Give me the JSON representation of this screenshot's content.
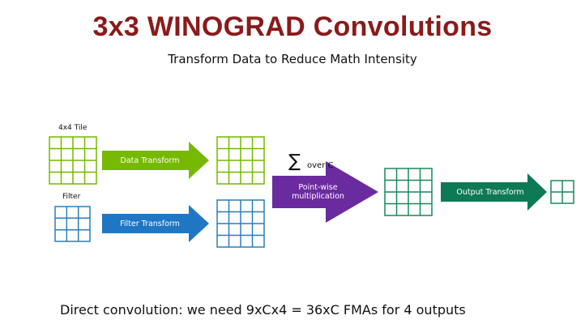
{
  "title": "3x3 WINOGRAD Convolutions",
  "subtitle": "Transform Data to Reduce Math Intensity",
  "labels": {
    "tile": "4x4 Tile",
    "filter": "Filter",
    "sigma": "∑",
    "over_c": "over C"
  },
  "arrows": {
    "data_transform": "Data Transform",
    "filter_transform": "Filter Transform",
    "pointwise": "Point-wise multiplication",
    "output_transform": "Output Transform"
  },
  "footer": {
    "line1": "Direct convolution: we need 9xCx4 = 36xC FMAs for 4 outputs"
  },
  "colors": {
    "title": "#8b1a1a",
    "green": "#76b900",
    "blue": "#1f77c4",
    "grid_blue": "#2a7fb8",
    "purple": "#6a2aa0",
    "teal": "#1a8a5a",
    "dark_teal": "#0e7a55"
  }
}
